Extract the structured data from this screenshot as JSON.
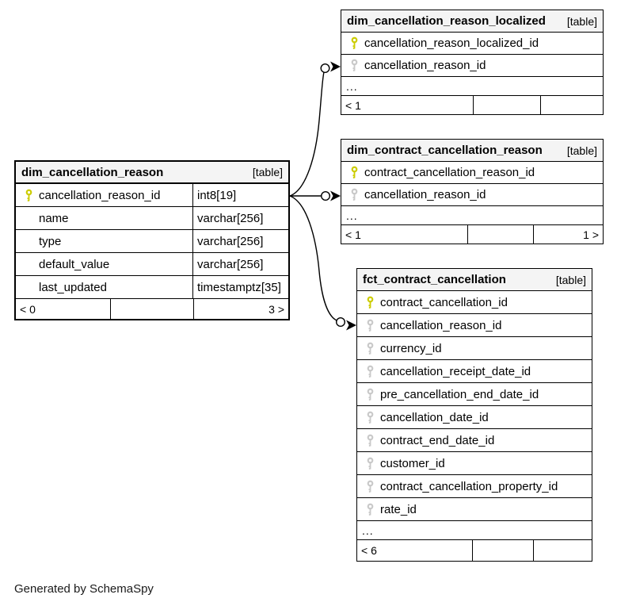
{
  "page": {
    "generator_note": "Generated by SchemaSpy"
  },
  "colors": {
    "primary_key_icon": "#cccc00",
    "foreign_key_icon": "#c9c9c9",
    "table_header_bg": "#f4f4f4",
    "table_border": "#000000",
    "connector": "#000000"
  },
  "tables": {
    "localized": {
      "title": "dim_cancellation_reason_localized",
      "badge": "[table]",
      "columns": [
        {
          "name": "cancellation_reason_localized_id",
          "key": "primary-key"
        },
        {
          "name": "cancellation_reason_id",
          "key": "foreign-key"
        }
      ],
      "more_indicator": "...",
      "footer": {
        "left": "< 1",
        "middle": "",
        "right": ""
      }
    },
    "contract_reason": {
      "title": "dim_contract_cancellation_reason",
      "badge": "[table]",
      "columns": [
        {
          "name": "contract_cancellation_reason_id",
          "key": "primary-key"
        },
        {
          "name": "cancellation_reason_id",
          "key": "foreign-key"
        }
      ],
      "more_indicator": "...",
      "footer": {
        "left": "< 1",
        "middle": "",
        "right": "1 >"
      }
    },
    "main": {
      "title": "dim_cancellation_reason",
      "badge": "[table]",
      "columns": [
        {
          "name": "cancellation_reason_id",
          "type": "int8[19]",
          "key": "primary-key"
        },
        {
          "name": "name",
          "type": "varchar[256]",
          "key": ""
        },
        {
          "name": "type",
          "type": "varchar[256]",
          "key": ""
        },
        {
          "name": "default_value",
          "type": "varchar[256]",
          "key": ""
        },
        {
          "name": "last_updated",
          "type": "timestamptz[35]",
          "key": ""
        }
      ],
      "footer": {
        "left": "< 0",
        "middle": "",
        "right": "3 >"
      }
    },
    "fct": {
      "title": "fct_contract_cancellation",
      "badge": "[table]",
      "columns": [
        {
          "name": "contract_cancellation_id",
          "key": "primary-key"
        },
        {
          "name": "cancellation_reason_id",
          "key": "foreign-key"
        },
        {
          "name": "currency_id",
          "key": "foreign-key"
        },
        {
          "name": "cancellation_receipt_date_id",
          "key": "foreign-key"
        },
        {
          "name": "pre_cancellation_end_date_id",
          "key": "foreign-key"
        },
        {
          "name": "cancellation_date_id",
          "key": "foreign-key"
        },
        {
          "name": "contract_end_date_id",
          "key": "foreign-key"
        },
        {
          "name": "customer_id",
          "key": "foreign-key"
        },
        {
          "name": "contract_cancellation_property_id",
          "key": "foreign-key"
        },
        {
          "name": "rate_id",
          "key": "foreign-key"
        }
      ],
      "more_indicator": "...",
      "footer": {
        "left": "< 6",
        "middle": "",
        "right": ""
      }
    }
  }
}
